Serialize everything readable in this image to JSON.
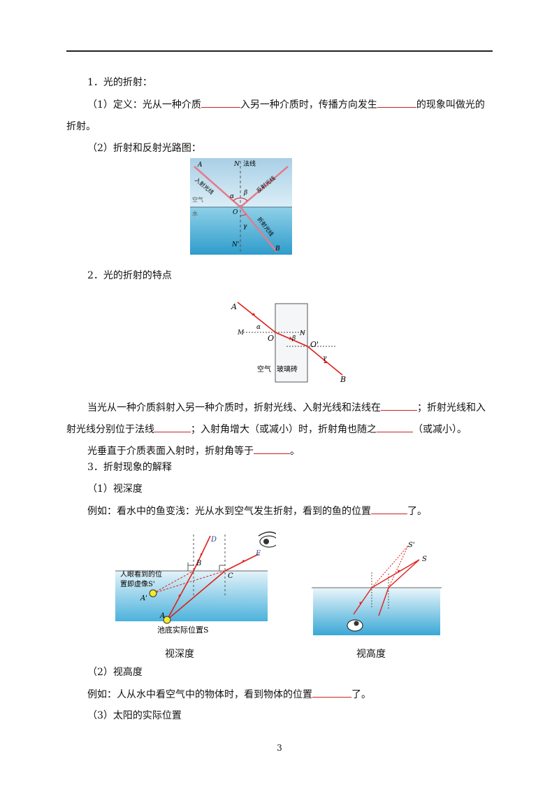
{
  "section1": {
    "heading": "1．光的折射：",
    "definition": {
      "prefix": "（1）定义：光从一种介质",
      "mid": "入另一种介质时，传播方向发生",
      "suffix": "的现象叫做光的",
      "wrap": "折射。"
    },
    "diagram_heading": "（2）折射和反射光路图：",
    "diagram1_labels": {
      "A": "A",
      "N": "N",
      "normal": "法线",
      "incident": "入射光线",
      "reflected": "反射光线",
      "air": "空气",
      "water": "水",
      "alpha": "α",
      "beta": "β",
      "O": "O",
      "gamma": "γ",
      "refracted": "折射光线",
      "N_prime": "N'",
      "B": "B"
    }
  },
  "section2": {
    "heading": "2．光的折射的特点",
    "diagram2_labels": {
      "A": "A",
      "M": "M",
      "alpha": "α",
      "O": "O",
      "N": "N",
      "beta": "β",
      "O_prime": "O'",
      "gamma": "γ",
      "B": "B",
      "air": "空气",
      "glass": "玻璃砖"
    },
    "line1": {
      "prefix": "当光从一种介质斜射入另一种介质时，折射光线、入射光线和法线在",
      "suffix": "；折射光线和入"
    },
    "line2": {
      "prefix": "射光线分别位于法线",
      "mid": "；入射角增大（或减小）时，折射角也随之",
      "suffix": "（或减小）。"
    },
    "line3": {
      "prefix": "光垂直于介质表面入射时，折射角等于",
      "suffix": "。"
    }
  },
  "section3": {
    "heading": "3．折射现象的解释",
    "sub1": "（1）视深度",
    "example1": {
      "prefix": "例如：看水中的鱼变浅：光从水到空气发生折射，看到的鱼的位置",
      "suffix": "了。"
    },
    "diagram3_labels": {
      "D": "D",
      "E": "E",
      "B": "B",
      "C": "C",
      "apparent1": "人眼看到的位",
      "apparent2": "置即虚像S'",
      "A_prime": "A'",
      "A": "A",
      "actual": "池底实际位置S"
    },
    "diagram4_labels": {
      "S_prime": "S'",
      "S": "S"
    },
    "caption3": "视深度",
    "caption4": "视高度",
    "sub2": "（2）视高度",
    "example2": {
      "prefix": "例如：人从水中看空气中的物体时，看到物体的位置",
      "suffix": "了。"
    },
    "sub3": "（3）太阳的实际位置"
  },
  "page_number": "3",
  "colors": {
    "ray": "#e0201a",
    "water_top": "#cde9f3",
    "water_bottom": "#3aa8d6",
    "blank_line": "#cc2222"
  }
}
